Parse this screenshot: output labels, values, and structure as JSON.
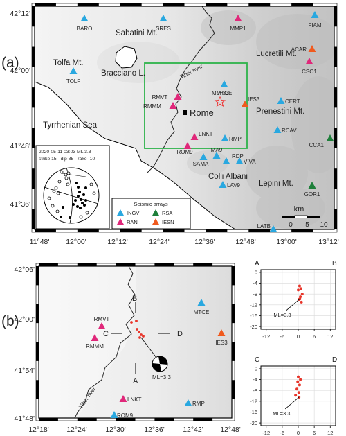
{
  "panel_a": {
    "label": "(a)",
    "y_ticks": [
      "42°12'",
      "42°00'",
      "41°48'",
      "41°36'"
    ],
    "x_ticks": [
      "11°48'",
      "12°00'",
      "12°12'",
      "12°24'",
      "12°36'",
      "12°48'",
      "13°00'",
      "13°12'"
    ],
    "regions": {
      "sabatini": "Sabatini Mt.",
      "tolfa": "Tolfa Mt.",
      "bracciano": "Bracciano L.",
      "lucretili": "Lucretili Mt.",
      "prenestini": "Prenestini Mt.",
      "tyrrhenian": "Tyrrhenian Sea",
      "colli": "Colli Albani",
      "lepini": "Lepini Mt.",
      "rome": "Rome",
      "tiber": "Tiber river",
      "ml": "ML=33"
    },
    "stations": [
      {
        "code": "BARO",
        "type": "INGV"
      },
      {
        "code": "SRES",
        "type": "INGV"
      },
      {
        "code": "MMP1",
        "type": "RAN"
      },
      {
        "code": "FIAM",
        "type": "INGV"
      },
      {
        "code": "ACAR",
        "type": "IESN"
      },
      {
        "code": "CSO1",
        "type": "RAN"
      },
      {
        "code": "TOLF",
        "type": "INGV"
      },
      {
        "code": "RMVT",
        "type": "RAN"
      },
      {
        "code": "RMMM",
        "type": "RAN"
      },
      {
        "code": "MTCE",
        "type": "INGV"
      },
      {
        "code": "IES3",
        "type": "IESN"
      },
      {
        "code": "CERT",
        "type": "INGV"
      },
      {
        "code": "RCAV",
        "type": "INGV"
      },
      {
        "code": "CCA1",
        "type": "RSA"
      },
      {
        "code": "LNKT",
        "type": "RAN"
      },
      {
        "code": "ROM9",
        "type": "RAN"
      },
      {
        "code": "RMP",
        "type": "INGV"
      },
      {
        "code": "SAMA",
        "type": "INGV"
      },
      {
        "code": "MA9",
        "type": "INGV"
      },
      {
        "code": "RDP",
        "type": "INGV"
      },
      {
        "code": "VIVA",
        "type": "INGV"
      },
      {
        "code": "LAV9",
        "type": "INGV"
      },
      {
        "code": "GOR1",
        "type": "RSA"
      },
      {
        "code": "LATB",
        "type": "INGV"
      }
    ],
    "event_box": {
      "line1": "2020-05-11   03:03      ML 3.3",
      "line2": "strike 15 - dip 85 - rake -10"
    },
    "legend": {
      "title": "Seismic arrays",
      "items": [
        {
          "label": "INGV",
          "color": "#29a8e0"
        },
        {
          "label": "RSA",
          "color": "#1e7f3a"
        },
        {
          "label": "RAN",
          "color": "#e0287a"
        },
        {
          "label": "IESN",
          "color": "#f05a1e"
        }
      ]
    },
    "scale": {
      "unit": "km",
      "ticks": [
        "0",
        "5",
        "10"
      ]
    }
  },
  "panel_b": {
    "label": "(b)",
    "y_ticks": [
      "42°06'",
      "42°00'",
      "41°54'",
      "41°48'"
    ],
    "x_ticks": [
      "12°18'",
      "12°24'",
      "12°30'",
      "12°36'",
      "12°42'",
      "12°48'"
    ],
    "section_labels": {
      "A": "A",
      "B": "B",
      "C": "C",
      "D": "D"
    },
    "stations": [
      {
        "code": "RMVT",
        "type": "RAN"
      },
      {
        "code": "RMMM",
        "type": "RAN"
      },
      {
        "code": "MTCE",
        "type": "INGV"
      },
      {
        "code": "IES3",
        "type": "IESN"
      },
      {
        "code": "LNKT",
        "type": "RAN"
      },
      {
        "code": "ROM9",
        "type": "INGV"
      },
      {
        "code": "RMP",
        "type": "INGV"
      }
    ],
    "ml_label": "ML=3.3",
    "tiber": "Tiber river"
  },
  "sections": [
    {
      "left_label": "A",
      "right_label": "B",
      "x_ticks": [
        "-12",
        "-6",
        "0",
        "6",
        "12"
      ],
      "y_ticks": [
        "0",
        "-4",
        "-8",
        "-12",
        "-16",
        "-20"
      ],
      "ml_label": "ML=3.3",
      "points": [
        [
          0.5,
          -5.0
        ],
        [
          1.0,
          -6.0
        ],
        [
          0.0,
          -6.5
        ],
        [
          1.5,
          -8.0
        ],
        [
          0.8,
          -9.0
        ],
        [
          0.3,
          -10.0
        ],
        [
          1.2,
          -11.0
        ],
        [
          0.6,
          -9.8
        ]
      ]
    },
    {
      "left_label": "C",
      "right_label": "D",
      "x_ticks": [
        "-12",
        "-6",
        "0",
        "6",
        "12"
      ],
      "y_ticks": [
        "0",
        "-4",
        "-8",
        "-12",
        "-16",
        "-20"
      ],
      "ml_label": "ML=3.3",
      "points": [
        [
          0.0,
          -3.0
        ],
        [
          0.8,
          -4.0
        ],
        [
          -0.2,
          -4.8
        ],
        [
          0.5,
          -6.0
        ],
        [
          -0.5,
          -7.5
        ],
        [
          0.2,
          -8.8
        ],
        [
          -1.0,
          -9.8
        ],
        [
          0.3,
          -10.5
        ]
      ]
    }
  ]
}
